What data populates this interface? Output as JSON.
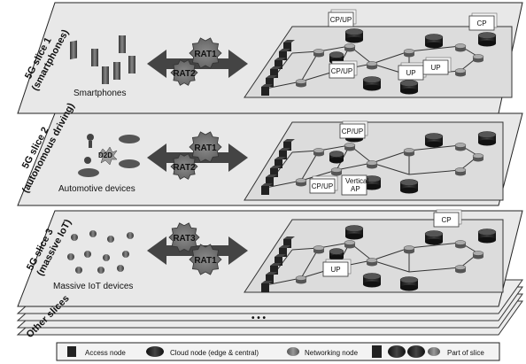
{
  "slices": [
    {
      "label_line1": "5G slice 1",
      "label_line2": "(smartphones)",
      "device_label": "Smartphones",
      "rats": [
        "RAT1",
        "RAT2"
      ],
      "cp_labels": [
        "CP/UP",
        "CP/UP",
        "CP",
        "UP",
        "UP"
      ]
    },
    {
      "label_line1": "5G slice 2",
      "label_line2": "(autonomous driving)",
      "device_label": "Automotive devices",
      "rats": [
        "RAT1",
        "RAT2"
      ],
      "d2d_label": "D2D",
      "cp_labels": [
        "CP/UP",
        "CP/UP"
      ],
      "vertical_ap": [
        "Vertical",
        "AP"
      ]
    },
    {
      "label_line1": "5G slice 3",
      "label_line2": "(massive IoT)",
      "device_label": "Massive IoT devices",
      "rats": [
        "RAT3",
        "RAT1"
      ],
      "cp_labels": [
        "CP",
        "UP"
      ]
    }
  ],
  "other_slices_label": "Other slices",
  "ellipsis": "• • •",
  "legend": {
    "access": "Access node",
    "cloud": "Cloud node (edge & central)",
    "networking": "Networking node",
    "part": "Part of slice"
  },
  "colors": {
    "plane": "#e6e6e6",
    "node_dark": "#1e1e1e",
    "rat": "#6f6f6f"
  }
}
